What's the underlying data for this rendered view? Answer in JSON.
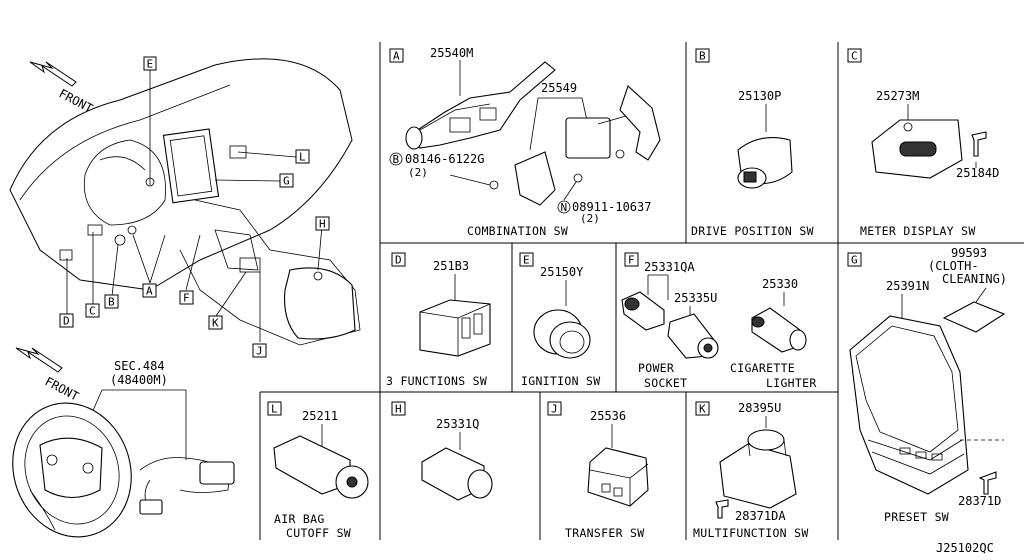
{
  "diagram_code": "J25102QC",
  "overview": {
    "front_label": "FRONT",
    "callouts": {
      "E": "E",
      "L": "L",
      "G": "G",
      "H": "H",
      "D": "D",
      "C": "C",
      "B": "B",
      "A": "A",
      "F": "F",
      "K": "K",
      "J": "J"
    }
  },
  "steering": {
    "front_label": "FRONT",
    "sec_ref": "SEC.484",
    "sec_part": "(48400M)"
  },
  "panels": {
    "A": {
      "letter": "A",
      "caption": "COMBINATION SW",
      "parts": {
        "p1": "25540M",
        "p2": "25549",
        "p3": "08146-6122G",
        "p3qty": "(2)",
        "p3sym": "B",
        "p4": "08911-10637",
        "p4qty": "(2)",
        "p4sym": "N"
      }
    },
    "B": {
      "letter": "B",
      "caption": "DRIVE POSITION SW",
      "parts": {
        "p1": "25130P"
      }
    },
    "C": {
      "letter": "C",
      "caption": "METER DISPLAY SW",
      "parts": {
        "p1": "25273M",
        "p2": "25184D"
      }
    },
    "D": {
      "letter": "D",
      "caption": "3 FUNCTIONS SW",
      "parts": {
        "p1": "251B3"
      }
    },
    "E": {
      "letter": "E",
      "caption": "IGNITION SW",
      "parts": {
        "p1": "25150Y"
      }
    },
    "F": {
      "letter": "F",
      "caption1": "POWER",
      "caption2": "SOCKET",
      "caption3": "CIGARETTE",
      "caption4": "LIGHTER",
      "parts": {
        "p1": "25331QA",
        "p2": "25335U",
        "p3": "25330"
      }
    },
    "G": {
      "letter": "G",
      "caption": "PRESET SW",
      "parts": {
        "p1": "99593",
        "p1desc1": "(CLOTH-",
        "p1desc2": "CLEANING)",
        "p2": "25391N",
        "p3": "28371D"
      }
    },
    "L": {
      "letter": "L",
      "caption1": "AIR BAG",
      "caption2": "CUTOFF SW",
      "parts": {
        "p1": "25211"
      }
    },
    "H": {
      "letter": "H",
      "caption": "",
      "parts": {
        "p1": "25331Q"
      }
    },
    "J": {
      "letter": "J",
      "caption": "TRANSFER SW",
      "parts": {
        "p1": "25536"
      }
    },
    "K": {
      "letter": "K",
      "caption": "MULTIFUNCTION SW",
      "parts": {
        "p1": "28395U",
        "p2": "28371DA"
      }
    }
  }
}
